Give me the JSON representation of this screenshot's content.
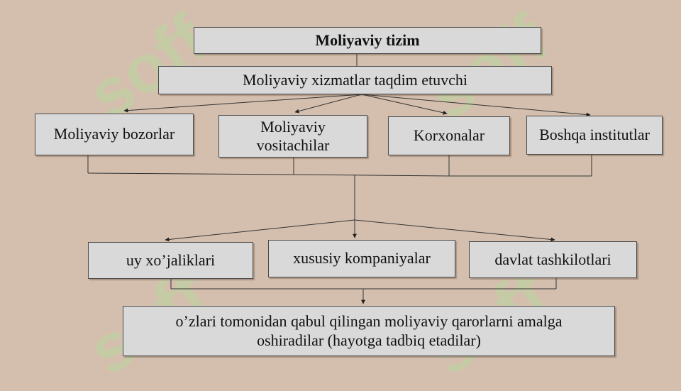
{
  "watermark": "soff",
  "title": "Moliyaviy tizim",
  "provider": "Moliyaviy xizmatlar taqdim etuvchi",
  "level2": [
    "Moliyaviy bozorlar",
    "Moliyaviy vositachilar",
    "Korxonalar",
    "Boshqa institutlar"
  ],
  "level3": [
    "uy xo’jaliklari",
    "xususiy kompaniyalar",
    "davlat tashkilotlari"
  ],
  "result": "o’zlari tomonidan qabul qilingan moliyaviy qarorlarni amalga oshiradilar (hayotga tadbiq etadilar)"
}
